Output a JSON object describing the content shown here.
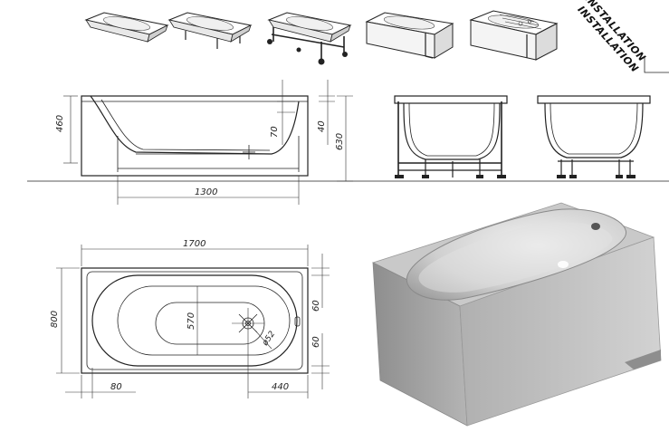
{
  "corner_labels": [
    "INSTALLATION",
    "INSTALLATION"
  ],
  "side_view": {
    "dims": {
      "height_total": "460",
      "overflow_drop": "70",
      "panel_gap": "40",
      "height_with_panel": "630",
      "inner_length": "1300"
    }
  },
  "top_view": {
    "dims": {
      "length": "1700",
      "width": "800",
      "inner_width": "570",
      "rim_right_top": "60",
      "rim_right_bottom": "60",
      "left_offset": "80",
      "drain_offset": "440",
      "drain_diameter": "ø52"
    }
  },
  "colors": {
    "line": "#222222",
    "render_panel": "#9e9e9e",
    "render_top": "#c8c8c8",
    "render_inner": "#d8d8d8"
  },
  "icons": [
    "bathtub-plain-icon",
    "bathtub-with-legs-icon",
    "bathtub-with-frame-icon",
    "bathtub-with-panel-icon",
    "bathtub-with-panel-massage-icon"
  ]
}
